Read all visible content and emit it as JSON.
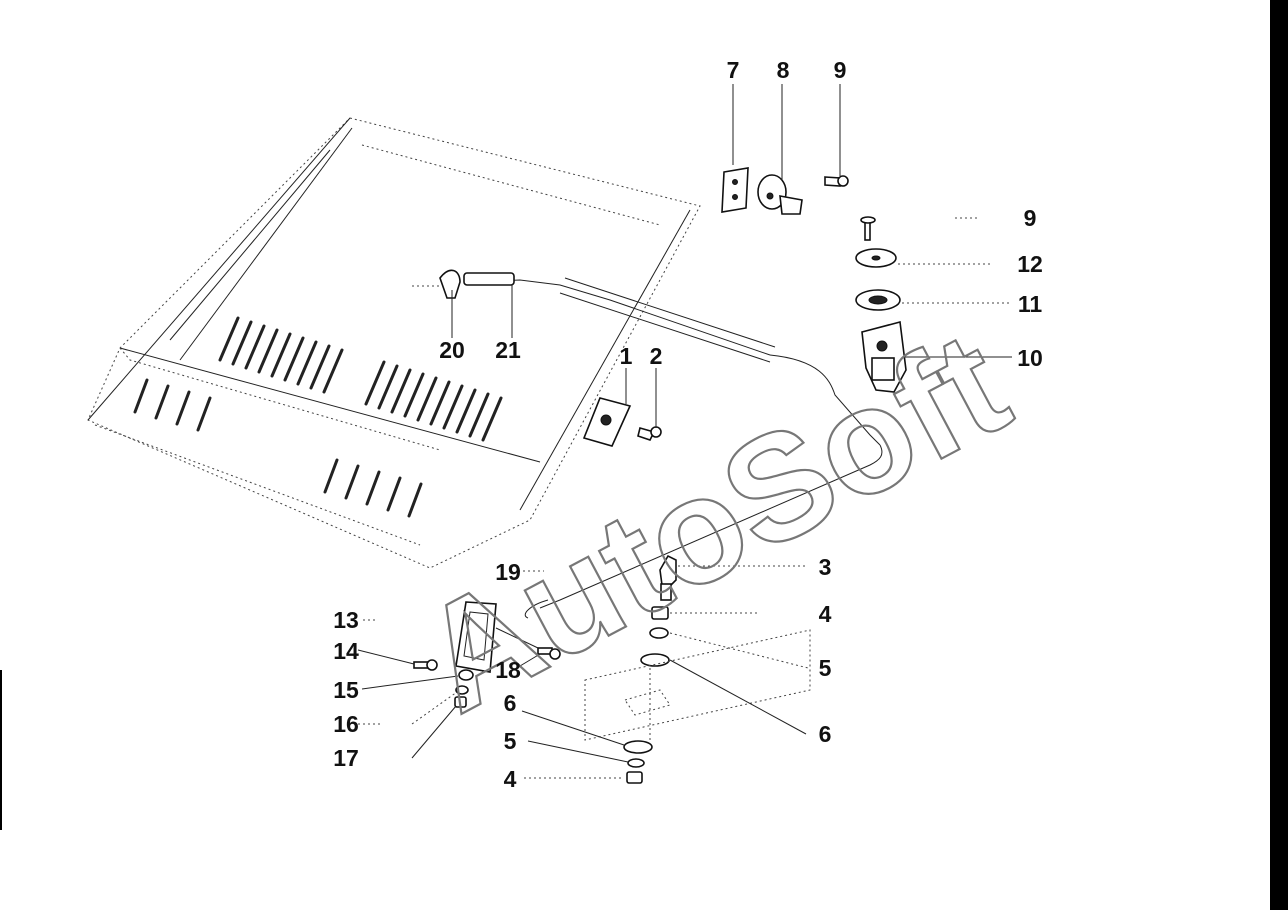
{
  "watermark": "AutoSoft",
  "callouts": {
    "c1": "1",
    "c2": "2",
    "c3": "3",
    "c4a": "4",
    "c4b": "4",
    "c5a": "5",
    "c5b": "5",
    "c6a": "6",
    "c6b": "6",
    "c7": "7",
    "c8": "8",
    "c9a": "9",
    "c9b": "9",
    "c10": "10",
    "c11": "11",
    "c12": "12",
    "c13": "13",
    "c14": "14",
    "c15": "15",
    "c16": "16",
    "c17": "17",
    "c18": "18",
    "c19": "19",
    "c20": "20",
    "c21": "21"
  },
  "colors": {
    "ink": "#111111",
    "watermark": "#777777",
    "border": "#000000",
    "background": "#ffffff"
  }
}
